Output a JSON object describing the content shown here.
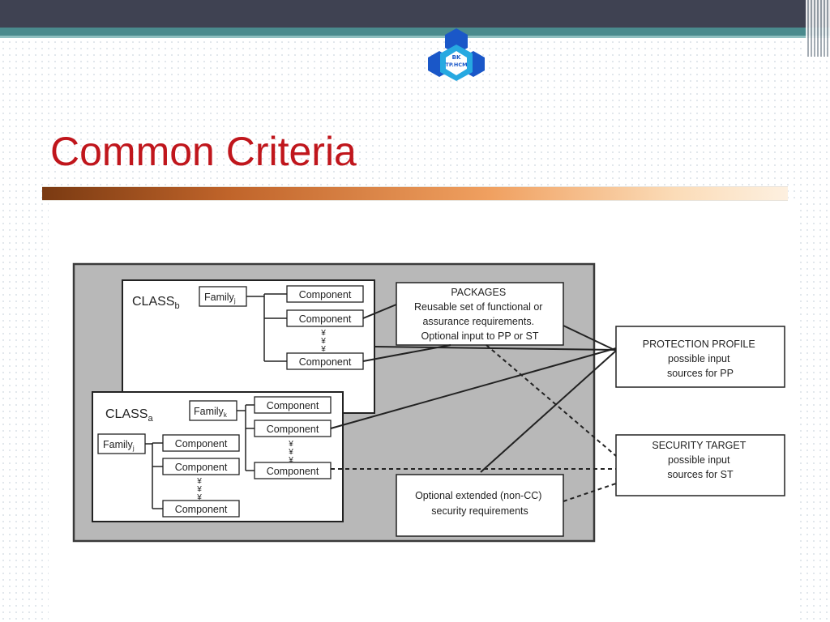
{
  "slide": {
    "title": "Common Criteria",
    "logo_text": [
      "BK",
      "TP.HCM"
    ]
  },
  "diagram": {
    "class_b": {
      "name": "CLASS",
      "sub": "b",
      "family_name": "Family",
      "family_sub": "j"
    },
    "class_a": {
      "name": "CLASS",
      "sub": "a",
      "family_k_name": "Family",
      "family_k_sub": "k",
      "family_j_name": "Family",
      "family_j_sub": "j"
    },
    "component_label": "Component",
    "ellipsis": "¥",
    "packages": [
      "PACKAGES",
      "Reusable set of functional or",
      "assurance requirements.",
      "Optional input to PP or ST"
    ],
    "extended": [
      "Optional extended (non-CC)",
      "security requirements"
    ],
    "protection_profile": [
      "PROTECTION PROFILE",
      "possible input",
      "sources for PP"
    ],
    "security_target": [
      "SECURITY TARGET",
      "possible input",
      "sources for ST"
    ]
  }
}
